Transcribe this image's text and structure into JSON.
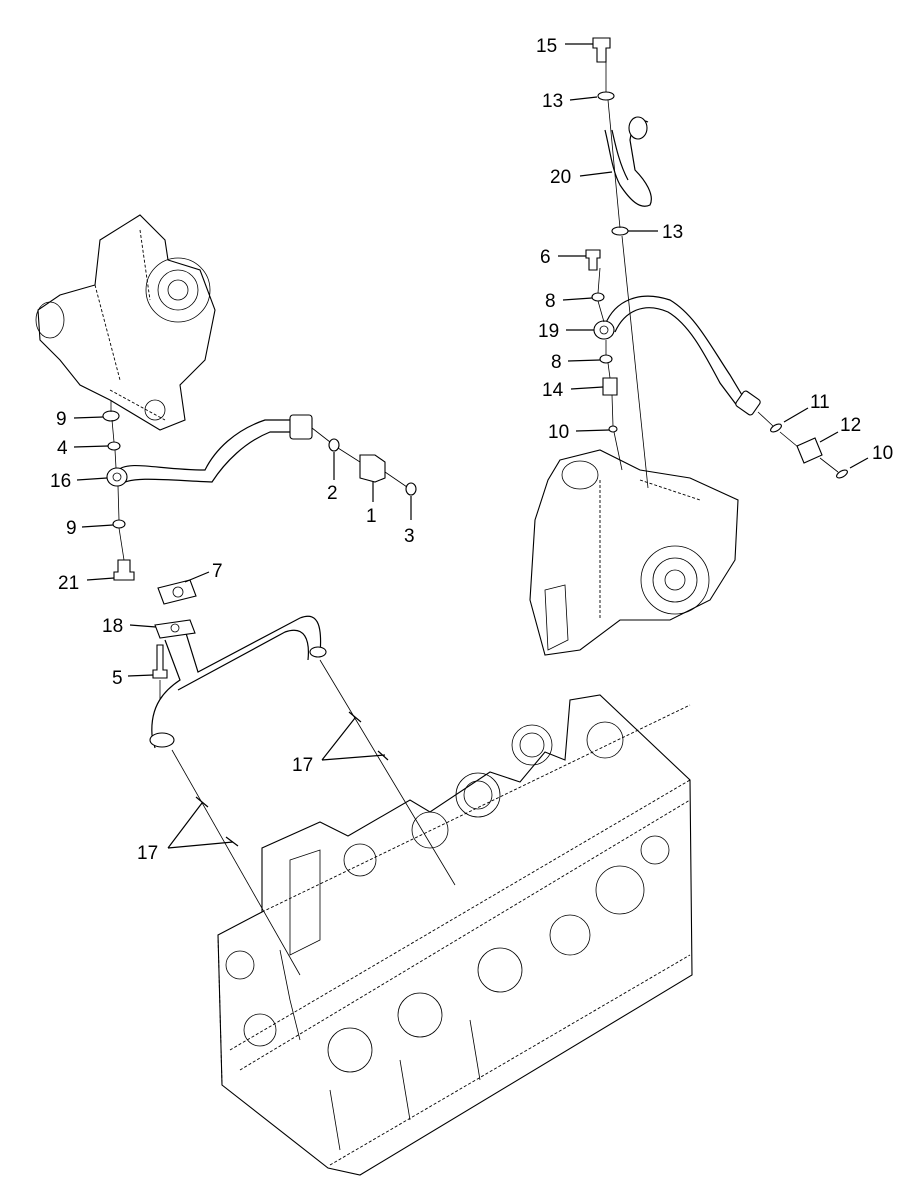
{
  "labels": [
    {
      "text": "15"
    },
    {
      "text": "13"
    },
    {
      "text": "20"
    },
    {
      "text": "13"
    },
    {
      "text": "6"
    },
    {
      "text": "8"
    },
    {
      "text": "19"
    },
    {
      "text": "8"
    },
    {
      "text": "14"
    },
    {
      "text": "10"
    },
    {
      "text": "11"
    },
    {
      "text": "12"
    },
    {
      "text": "10"
    },
    {
      "text": "9"
    },
    {
      "text": "4"
    },
    {
      "text": "16"
    },
    {
      "text": "2"
    },
    {
      "text": "1"
    },
    {
      "text": "3"
    },
    {
      "text": "9"
    },
    {
      "text": "21"
    },
    {
      "text": "7"
    },
    {
      "text": "18"
    },
    {
      "text": "5"
    },
    {
      "text": "17"
    },
    {
      "text": "17"
    }
  ]
}
